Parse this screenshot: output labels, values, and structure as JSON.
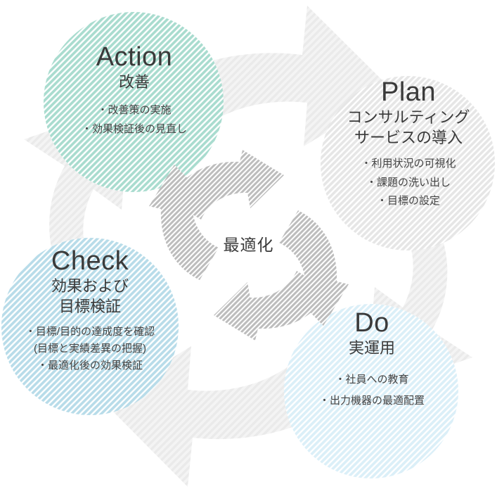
{
  "diagram": {
    "type": "pdca-cycle",
    "center_label": "最適化",
    "colors": {
      "action": "#a9dccf",
      "plan": "#e3e3e3",
      "check": "#b8dce9",
      "do": "#d8eff7",
      "arrow": "#b6b6b6",
      "background_arrow": "#f0f0f0",
      "text": "#3a3a3a"
    },
    "nodes": [
      {
        "key": "action",
        "title": "Action",
        "subtitle": "改善",
        "items": [
          "・改善策の実施",
          "・効果検証後の見直し"
        ]
      },
      {
        "key": "plan",
        "title": "Plan",
        "subtitle": "コンサルティング\nサービスの導入",
        "subtitle_line1": "コンサルティング",
        "subtitle_line2": "サービスの導入",
        "items": [
          "・利用状況の可視化",
          "・課題の洗い出し",
          "・目標の設定"
        ]
      },
      {
        "key": "check",
        "title": "Check",
        "subtitle_line1": "効果および",
        "subtitle_line2": "目標検証",
        "items": [
          "・目標/目的の達成度を確認",
          "(目標と実績差異の把握)",
          "・最適化後の効果検証"
        ]
      },
      {
        "key": "do",
        "title": "Do",
        "subtitle": "実運用",
        "items": [
          "・社員への教育",
          "・出力機器の最適配置"
        ]
      }
    ]
  }
}
